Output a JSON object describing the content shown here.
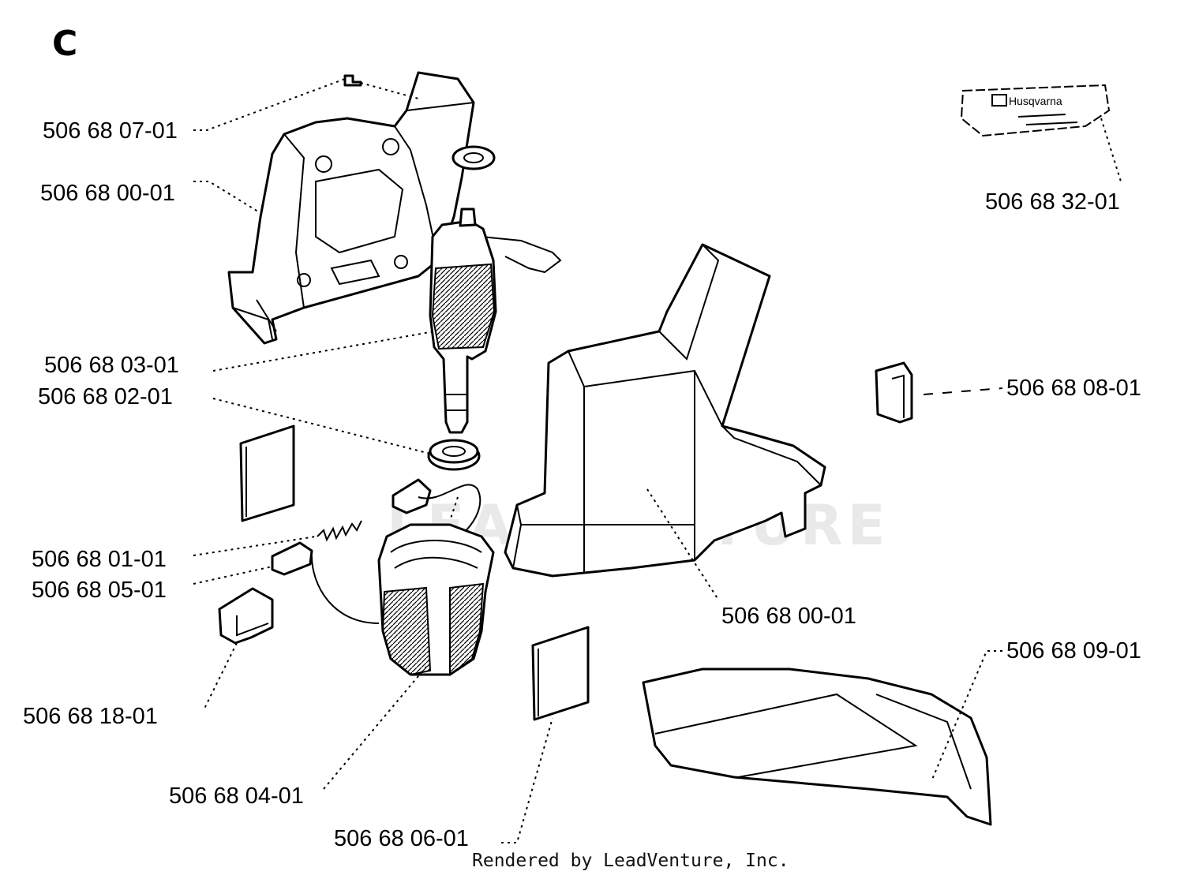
{
  "diagram": {
    "section_letter": "C",
    "credit": "Rendered by LeadVenture, Inc.",
    "watermark": "LEADVENTURE",
    "badge_brand": "Husqvarna",
    "part_labels": [
      "506 68 07-01",
      "506 68 00-01",
      "506 68 32-01",
      "506 68 03-01",
      "506 68 02-01",
      "506 68 08-01",
      "506 68 01-01",
      "506 68 05-01",
      "506 68 00-01",
      "506 68 09-01",
      "506 68 18-01",
      "506 68 04-01",
      "506 68 06-01"
    ]
  }
}
